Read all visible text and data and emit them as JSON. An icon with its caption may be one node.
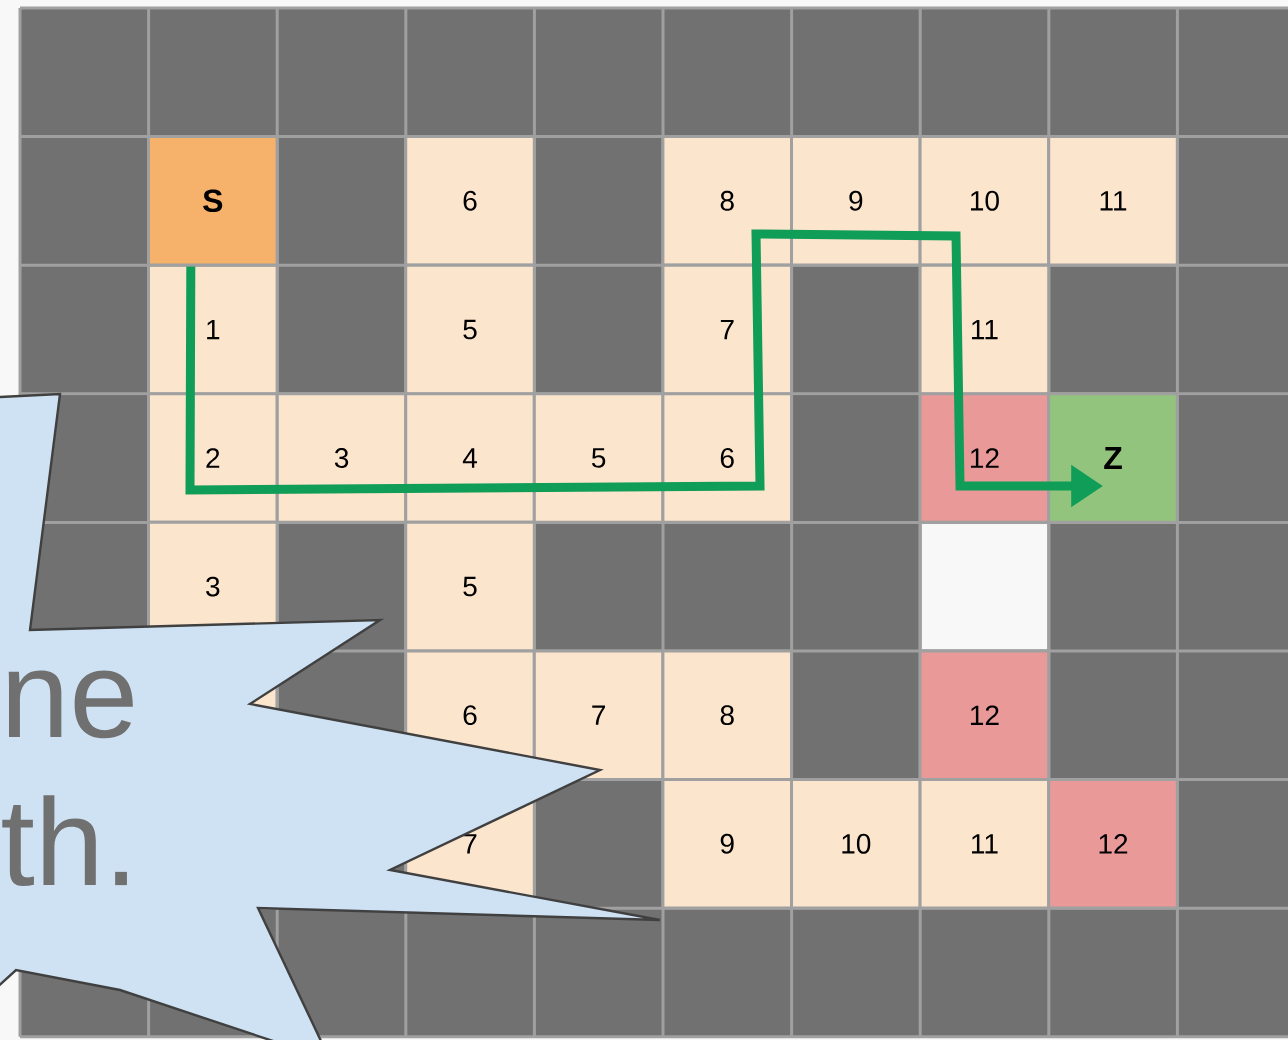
{
  "diagram": {
    "nodes": [
      {
        "text": [
          "S"
        ]
      },
      {
        "text": [
          "Z"
        ]
      },
      {
        "text": [
          "ne th."
        ]
      }
    ],
    "edges": [
      {
        "from": 0,
        "to": 1,
        "arrow": "to"
      }
    ],
    "labels": [
      "6",
      "8",
      "9",
      "10",
      "11",
      "1",
      "5",
      "7",
      "11",
      "2",
      "3",
      "4",
      "5",
      "6",
      "12",
      "3",
      "5",
      "6",
      "7",
      "8",
      "12",
      "7",
      "9",
      "10",
      "11",
      "12"
    ]
  }
}
